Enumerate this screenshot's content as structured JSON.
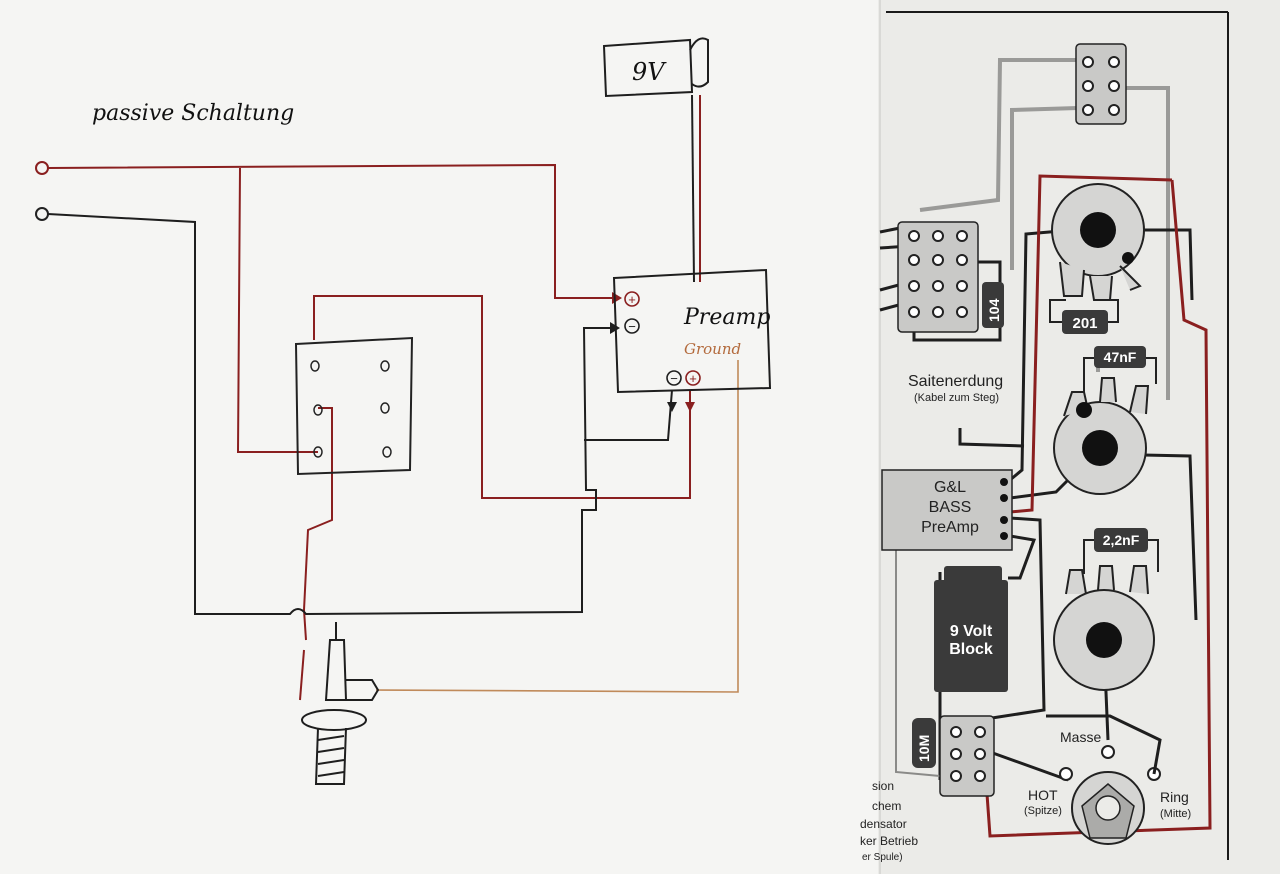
{
  "sketch": {
    "title": "passive Schaltung",
    "battery_label": "9V",
    "preamp_label": "Preamp",
    "ground_label": "Ground",
    "plus_symbol": "+",
    "minus_symbol": "−"
  },
  "printed": {
    "cap_104": "104",
    "resistor_201": "201",
    "cap_47nf": "47nF",
    "cap_22nf": "2,2nF",
    "saitenerdung": "Saitenerdung",
    "kabel_zum_steg": "(Kabel zum Steg)",
    "preamp_line1": "G&L",
    "preamp_line2": "BASS",
    "preamp_line3": "PreAmp",
    "battery_line1": "9 Volt",
    "battery_line2": "Block",
    "resistor_10m": "10M",
    "masse": "Masse",
    "hot": "HOT",
    "hot_sub": "(Spitze)",
    "ring": "Ring",
    "ring_sub": "(Mitte)",
    "cut_1": "sion",
    "cut_2": "chem",
    "cut_3": "densator",
    "cut_4": "ker Betrieb",
    "cut_5": "er Spule)"
  },
  "colors": {
    "paper": "#f4f4f2",
    "paper_right": "#ebebe9",
    "wire_red": "#8a1f1f",
    "wire_black": "#1e1e1e",
    "wire_brown": "#c08a5a",
    "pot_grey": "#d5d5d3",
    "box_grey": "#c9c9c7",
    "dark_box": "#3a3a3a"
  }
}
